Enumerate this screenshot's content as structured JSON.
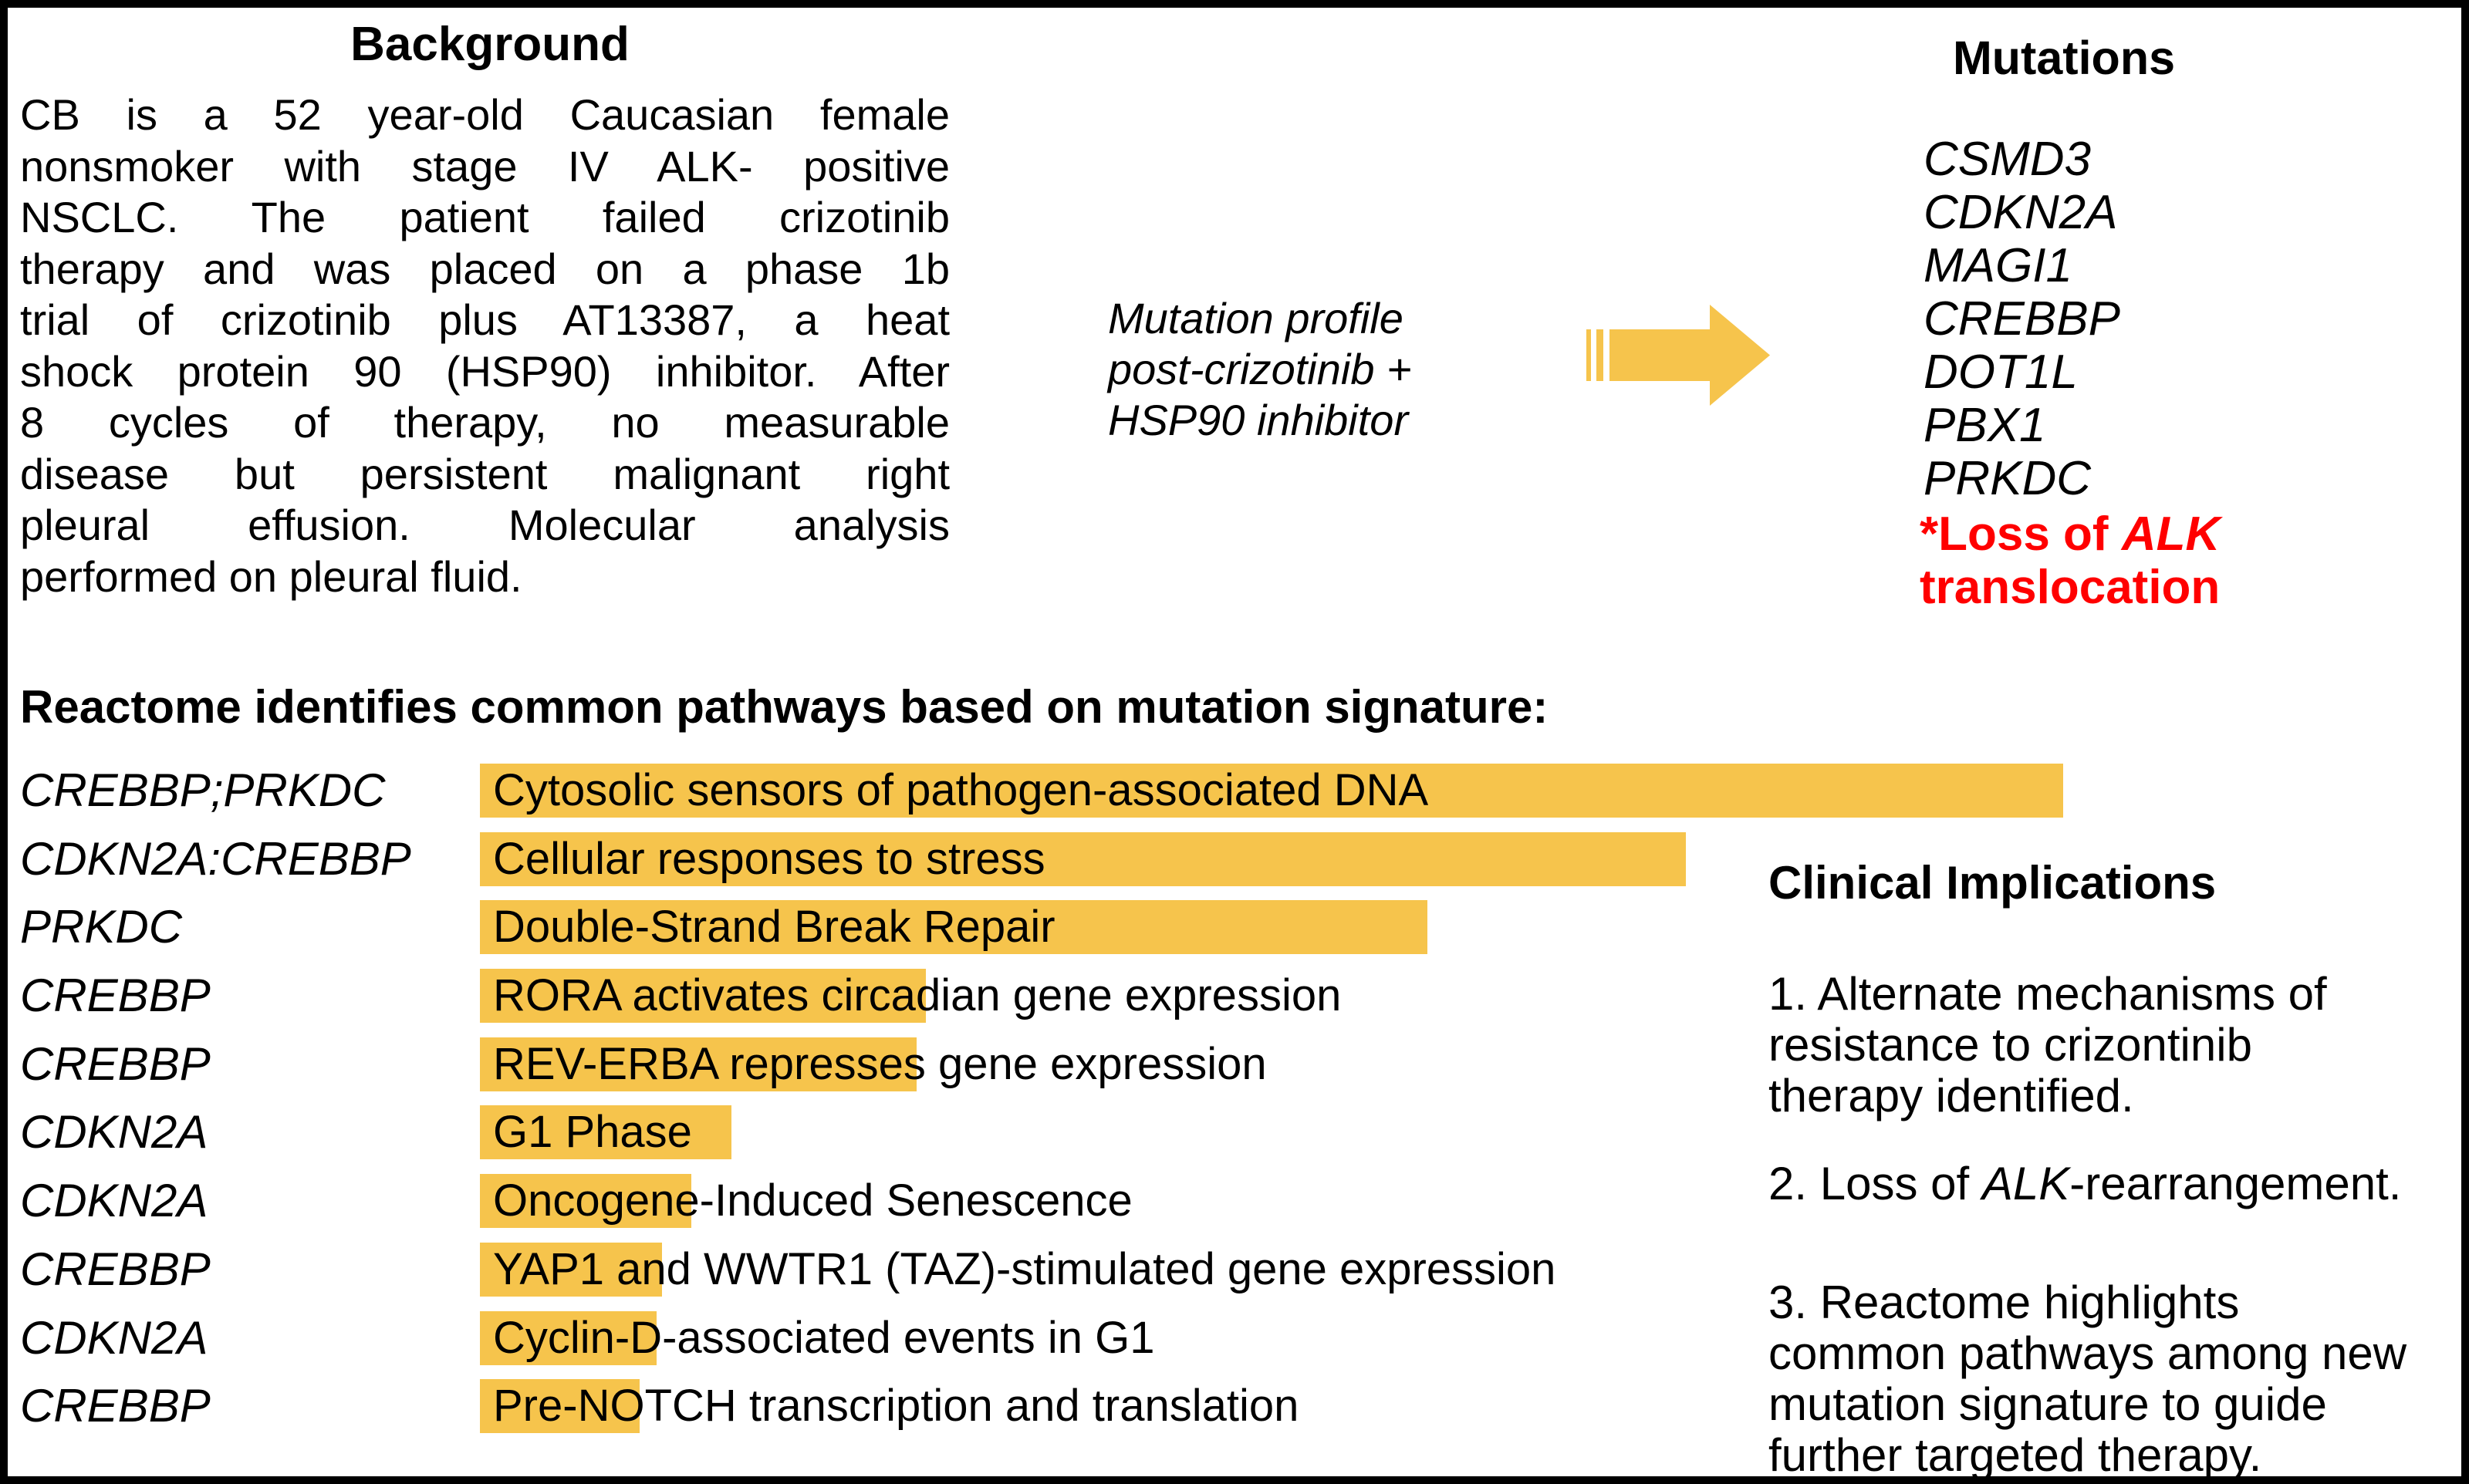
{
  "figure": {
    "background_color": "#FFFFFF",
    "border_color": "#000000",
    "highlight_color": "#F6C44C",
    "alert_color": "#FF0000"
  },
  "background": {
    "title": "Background",
    "lines": [
      "CB is a 52 year-old Caucasian female",
      "nonsmoker with stage IV ALK- positive",
      "NSCLC. The patient failed crizotinib",
      "therapy and was placed on a phase 1b",
      "trial of crizotinib plus AT13387, a heat",
      "shock protein 90 (HSP90) inhibitor. After",
      "8 cycles of therapy, no measurable",
      "disease but persistent malignant right",
      "pleural effusion. Molecular analysis",
      "performed on pleural fluid."
    ],
    "full_text": "CB is a 52 year-old Caucasian female nonsmoker with stage IV ALK- positive NSCLC. The patient failed crizotinib therapy and was placed on a phase 1b trial of crizotinib plus AT13387, a heat shock protein 90 (HSP90) inhibitor. After 8 cycles of therapy, no measurable disease but persistent malignant right pleural effusion. Molecular analysis performed on pleural fluid."
  },
  "transition": {
    "lines": [
      "Mutation profile",
      "post-crizotinib +",
      "HSP90 inhibitor"
    ],
    "arrow_icon": "striped-right-arrow",
    "arrow_color": "#F6C44C"
  },
  "mutations": {
    "title": "Mutations",
    "genes": [
      "CSMD3",
      "CDKN2A",
      "MAGI1",
      "CREBBP",
      "DOT1L",
      "PBX1",
      "PRKDC"
    ],
    "alert": {
      "line1_prefix": "*Loss of ",
      "line1_italic_gene": "ALK",
      "line2": "translocation",
      "color": "#FF0000"
    }
  },
  "reactome": {
    "heading": "Reactome identifies common pathways based on mutation signature:"
  },
  "chart_data": {
    "type": "bar",
    "orientation": "horizontal",
    "title": "Reactome identifies common pathways based on mutation signature:",
    "categories": [
      "Cytosolic sensors of pathogen-associated DNA",
      "Cellular responses to stress",
      "Double-Strand Break Repair",
      "RORA activates circadian gene expression",
      "REV-ERBA represses gene expression",
      "G1 Phase",
      "Oncogene-Induced Senescence",
      "YAP1 and WWTR1 (TAZ)-stimulated gene expression",
      "Cyclin-D-associated events in G1",
      "Pre-NOTCH transcription and translation"
    ],
    "gene_sets": [
      "CREBBP;PRKDC",
      "CDKN2A:CREBBP",
      "PRKDC",
      "CREBBP",
      "CREBBP",
      "CDKN2A",
      "CDKN2A",
      "CREBBP",
      "CDKN2A",
      "CREBBP"
    ],
    "values": [
      2052,
      1563,
      1228,
      578,
      566,
      326,
      274,
      236,
      229,
      207
    ],
    "value_units": "highlight bar width in px on 3200px-wide canvas (no numeric axis shown in figure)",
    "bar_color": "#F6C44C",
    "grid": false,
    "legend": false
  },
  "clinical": {
    "title": "Clinical Implications",
    "item1_lines": [
      "1. Alternate mechanisms of",
      "resistance to crizontinib",
      "therapy identified."
    ],
    "item2": {
      "prefix": "2. Loss of ",
      "italic_gene": "ALK",
      "suffix": "-rearrangement."
    },
    "item3_lines": [
      "3. Reactome highlights",
      "common pathways among new",
      "mutation signature to guide",
      "further targeted therapy."
    ]
  }
}
